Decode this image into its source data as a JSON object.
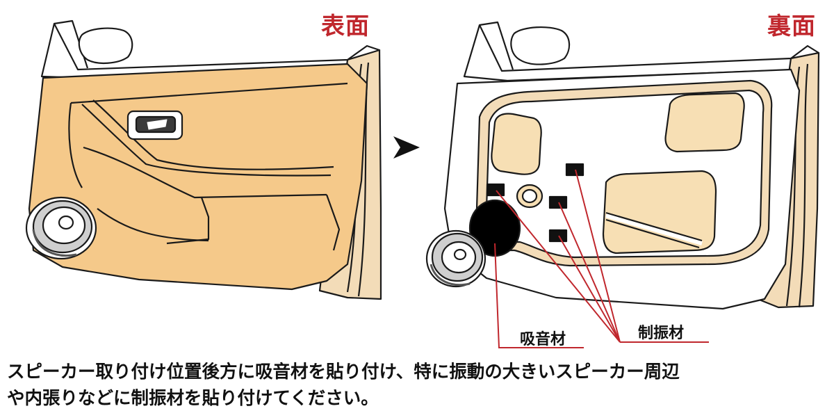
{
  "labels": {
    "front": "表面",
    "back": "裏面",
    "sound_absorbing": "吸音材",
    "damping": "制振材"
  },
  "caption": {
    "line1": "スピーカー取り付け位置後方に吸音材を貼り付け、特に振動の大きいスピーカー周辺",
    "line2": "や内張りなどに制振材を貼り付けてください。"
  },
  "colors": {
    "accent": "#c0272d",
    "panel_tan": "#f5c98a",
    "panel_light": "#f7dfb4",
    "outline": "#1a1a1a"
  }
}
